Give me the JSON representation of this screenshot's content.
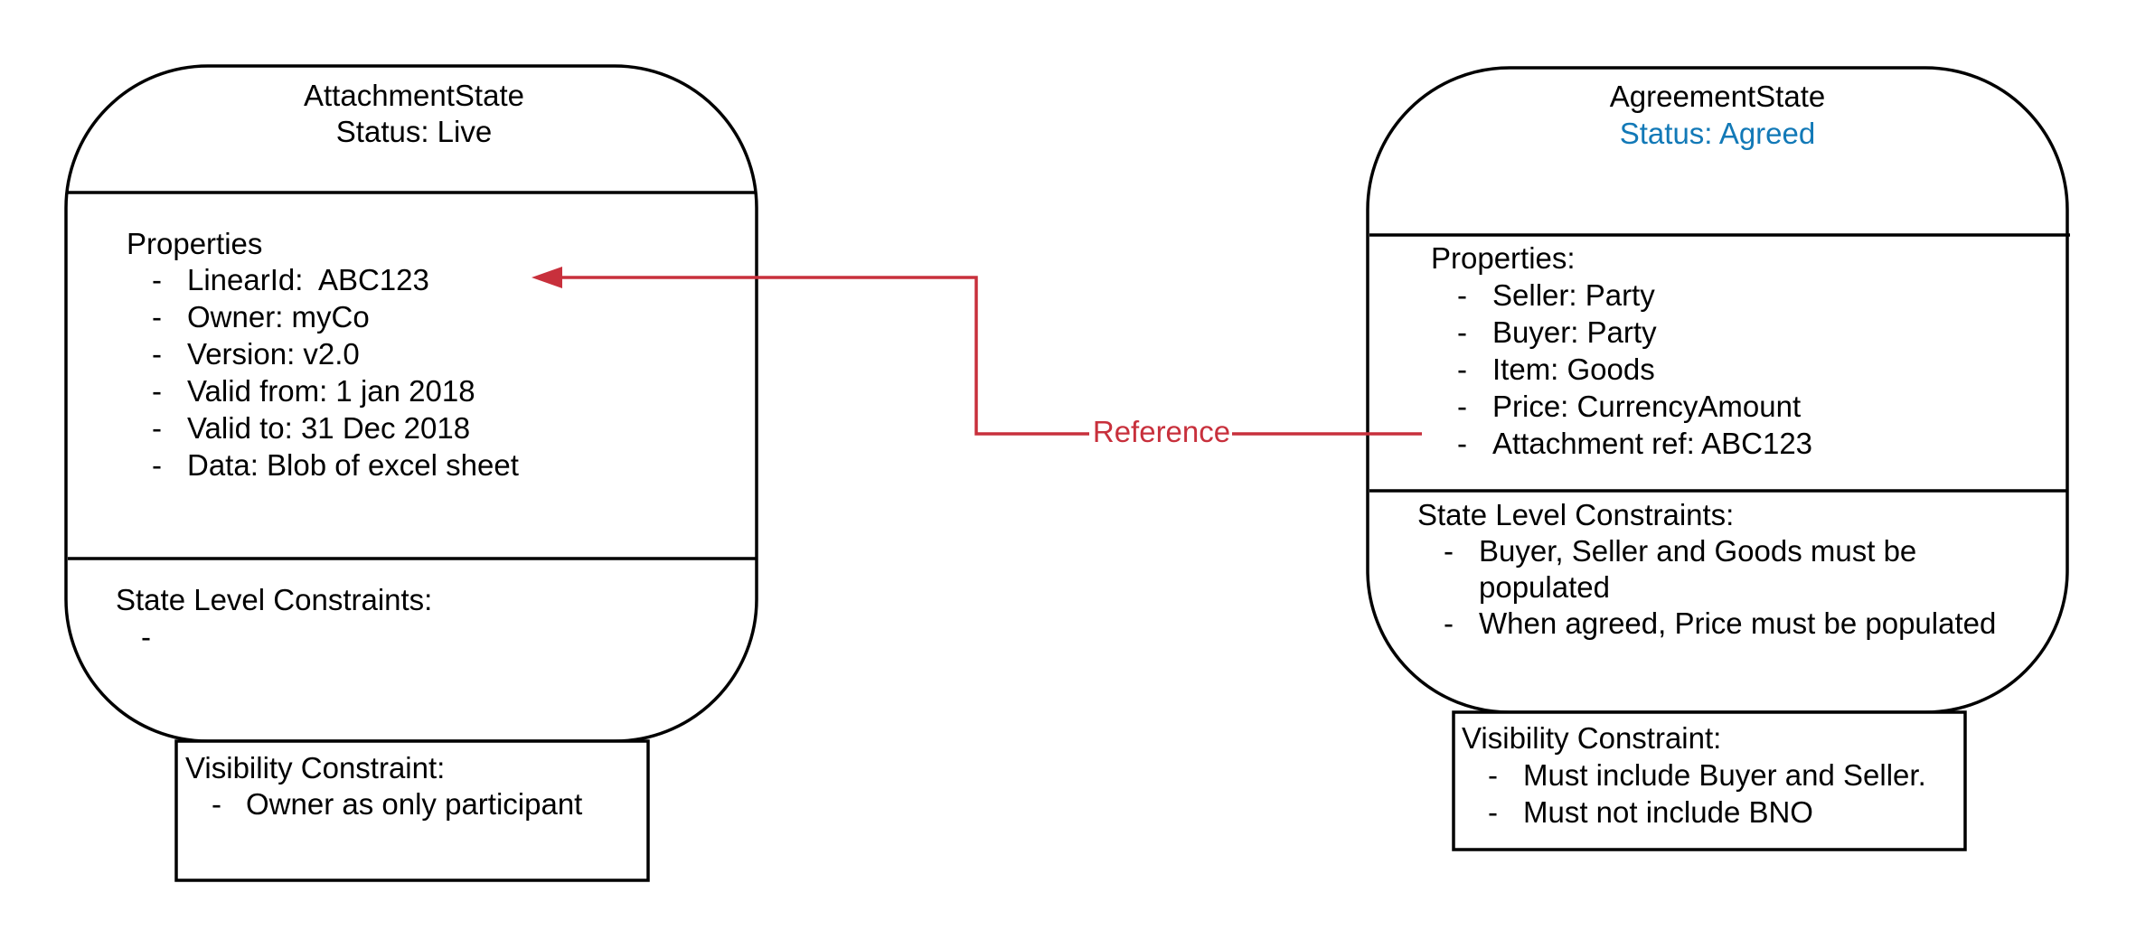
{
  "attachment": {
    "title": "AttachmentState",
    "status": "Status: Live",
    "properties_heading": "Properties",
    "properties": [
      "LinearId:  ABC123",
      "Owner: myCo",
      "Version: v2.0",
      "Valid from: 1 jan 2018",
      "Valid to: 31 Dec 2018",
      "Data: Blob of excel sheet"
    ],
    "constraints_heading": "State Level Constraints:",
    "constraints_dash": "-",
    "visibility_heading": "Visibility Constraint:",
    "visibility": [
      "Owner as only participant"
    ]
  },
  "agreement": {
    "title": "AgreementState",
    "status": "Status: Agreed",
    "status_color": "#1279b7",
    "properties_heading": "Properties:",
    "properties": [
      "Seller: Party",
      "Buyer: Party",
      "Item: Goods",
      "Price: CurrencyAmount",
      "Attachment ref: ABC123"
    ],
    "constraints_heading": "State Level Constraints:",
    "constraints": [
      "Buyer, Seller and Goods must be",
      "populated",
      "When agreed, Price must be populated"
    ],
    "visibility_heading": "Visibility Constraint:",
    "visibility": [
      "Must include Buyer and Seller.",
      "Must not include BNO"
    ]
  },
  "connector": {
    "label": "Reference",
    "color": "#c8303c"
  },
  "bullet_char": "-"
}
